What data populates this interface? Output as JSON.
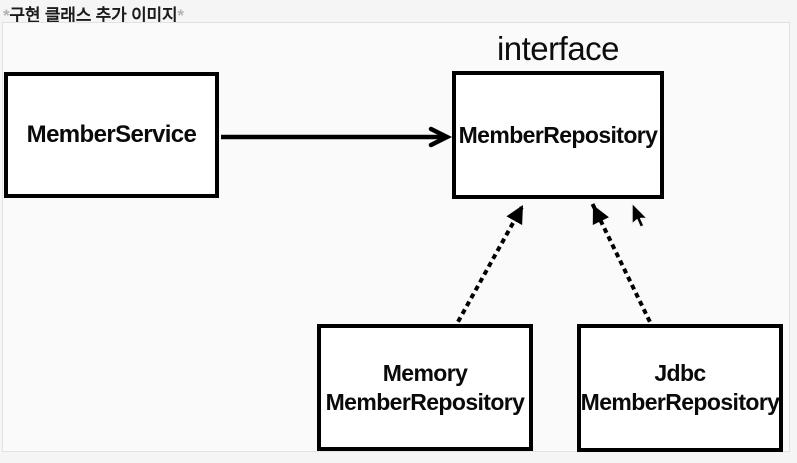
{
  "page": {
    "title_prefix": "*",
    "title_text": "구현 클래스 추가 이미지",
    "title_suffix": "*"
  },
  "diagram": {
    "interface_label": "interface",
    "nodes": {
      "member_service": {
        "label": "MemberService"
      },
      "member_repository": {
        "label": "MemberRepository"
      },
      "memory_member_repository": {
        "line1": "Memory",
        "line2": "MemberRepository"
      },
      "jdbc_member_repository": {
        "line1": "Jdbc",
        "line2": "MemberRepository"
      }
    },
    "relations": [
      {
        "from": "MemberService",
        "to": "MemberRepository",
        "style": "solid-arrow"
      },
      {
        "from": "MemoryMemberRepository",
        "to": "MemberRepository",
        "style": "dotted-arrow"
      },
      {
        "from": "JdbcMemberRepository",
        "to": "MemberRepository",
        "style": "dotted-arrow"
      }
    ]
  },
  "colors": {
    "box_border": "#000000",
    "box_fill": "#ffffff",
    "line": "#000000",
    "container_bg": "#fafafa",
    "container_border": "#e2e2e2",
    "page_bg": "#f5f5f5",
    "title_color": "#1b1b1b",
    "asterisk_color": "#b3b3b3"
  }
}
